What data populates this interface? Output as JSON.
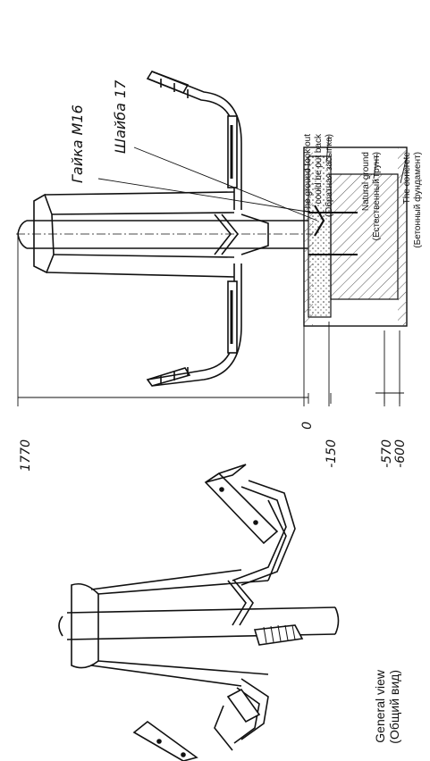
{
  "callouts": {
    "nut": "Гайка М16",
    "washer": "Шайба 17",
    "backfill_en_1": "The ground took out",
    "backfill_en_2": "could be put back",
    "backfill_ru": "(Обратная засыпка)",
    "natural_en": "Natural ground",
    "natural_ru": "(Естественный грунт)",
    "concrete_en": "The concrete",
    "concrete_ru": "(Бетонный фундамент)",
    "general_en": "General view",
    "general_ru": "(Общий вид)"
  },
  "dimensions": {
    "height": "1770",
    "ground_level": "0",
    "backfill_depth": "-150",
    "upper_depth": "-570",
    "foundation_depth": "-600"
  },
  "colors": {
    "ink": "#111111",
    "paper": "#ffffff",
    "hatch": "#555555"
  }
}
